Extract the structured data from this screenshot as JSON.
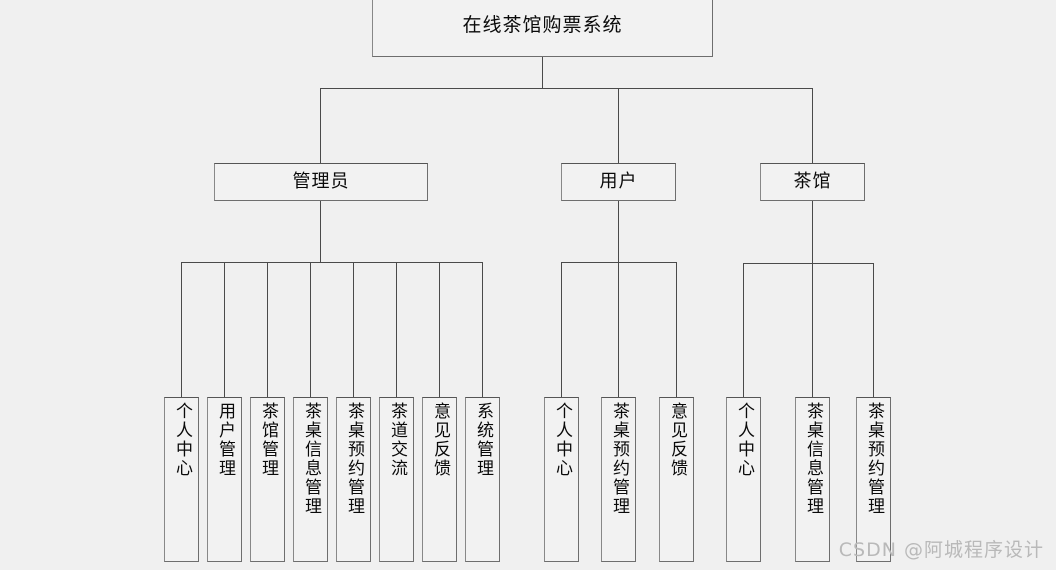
{
  "diagram": {
    "type": "tree",
    "title": "在线茶馆购票系统",
    "watermark": "CSDN @阿城程序设计",
    "colors": {
      "background": "#f0f0f0",
      "box_fill": "#f2f2f2",
      "box_border": "#6e6e6e",
      "line": "#4a4a4a",
      "text": "#0a0a0a",
      "watermark": "#b9b9b9"
    },
    "root": {
      "label": "在线茶馆购票系统"
    },
    "branches": [
      {
        "label": "管理员",
        "children": [
          {
            "label": "个人中心"
          },
          {
            "label": "用户管理"
          },
          {
            "label": "茶馆管理"
          },
          {
            "label": "茶桌信息管理"
          },
          {
            "label": "茶桌预约管理"
          },
          {
            "label": "茶道交流"
          },
          {
            "label": "意见反馈"
          },
          {
            "label": "系统管理"
          }
        ]
      },
      {
        "label": "用户",
        "children": [
          {
            "label": "个人中心"
          },
          {
            "label": "茶桌预约管理"
          },
          {
            "label": "意见反馈"
          }
        ]
      },
      {
        "label": "茶馆",
        "children": [
          {
            "label": "个人中心"
          },
          {
            "label": "茶桌信息管理"
          },
          {
            "label": "茶桌预约管理"
          }
        ]
      }
    ]
  }
}
